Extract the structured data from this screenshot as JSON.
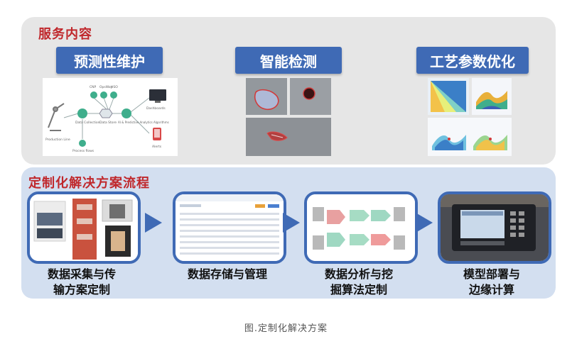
{
  "service": {
    "title": "服务内容",
    "items": [
      {
        "label": "预测性维护"
      },
      {
        "label": "智能检测"
      },
      {
        "label": "工艺参数优化"
      }
    ],
    "maintenance_diagram": {
      "nodes": [
        "Production Line",
        "Data Collection",
        "Data Store",
        "AI & Predictive Analytics Algorithms",
        "Dashboards",
        "Alerts",
        "Process flows"
      ],
      "metrics": [
        "CNP",
        "OpsWay",
        "HSO"
      ]
    }
  },
  "solution": {
    "title": "定制化解决方案流程",
    "steps": [
      {
        "line1": "数据采集与传",
        "line2": "输方案定制"
      },
      {
        "line1": "数据存储与管理",
        "line2": ""
      },
      {
        "line1": "数据分析与挖",
        "line2": "掘算法定制"
      },
      {
        "line1": "模型部署与",
        "line2": "边缘计算"
      }
    ]
  },
  "caption": "图.定制化解决方案"
}
